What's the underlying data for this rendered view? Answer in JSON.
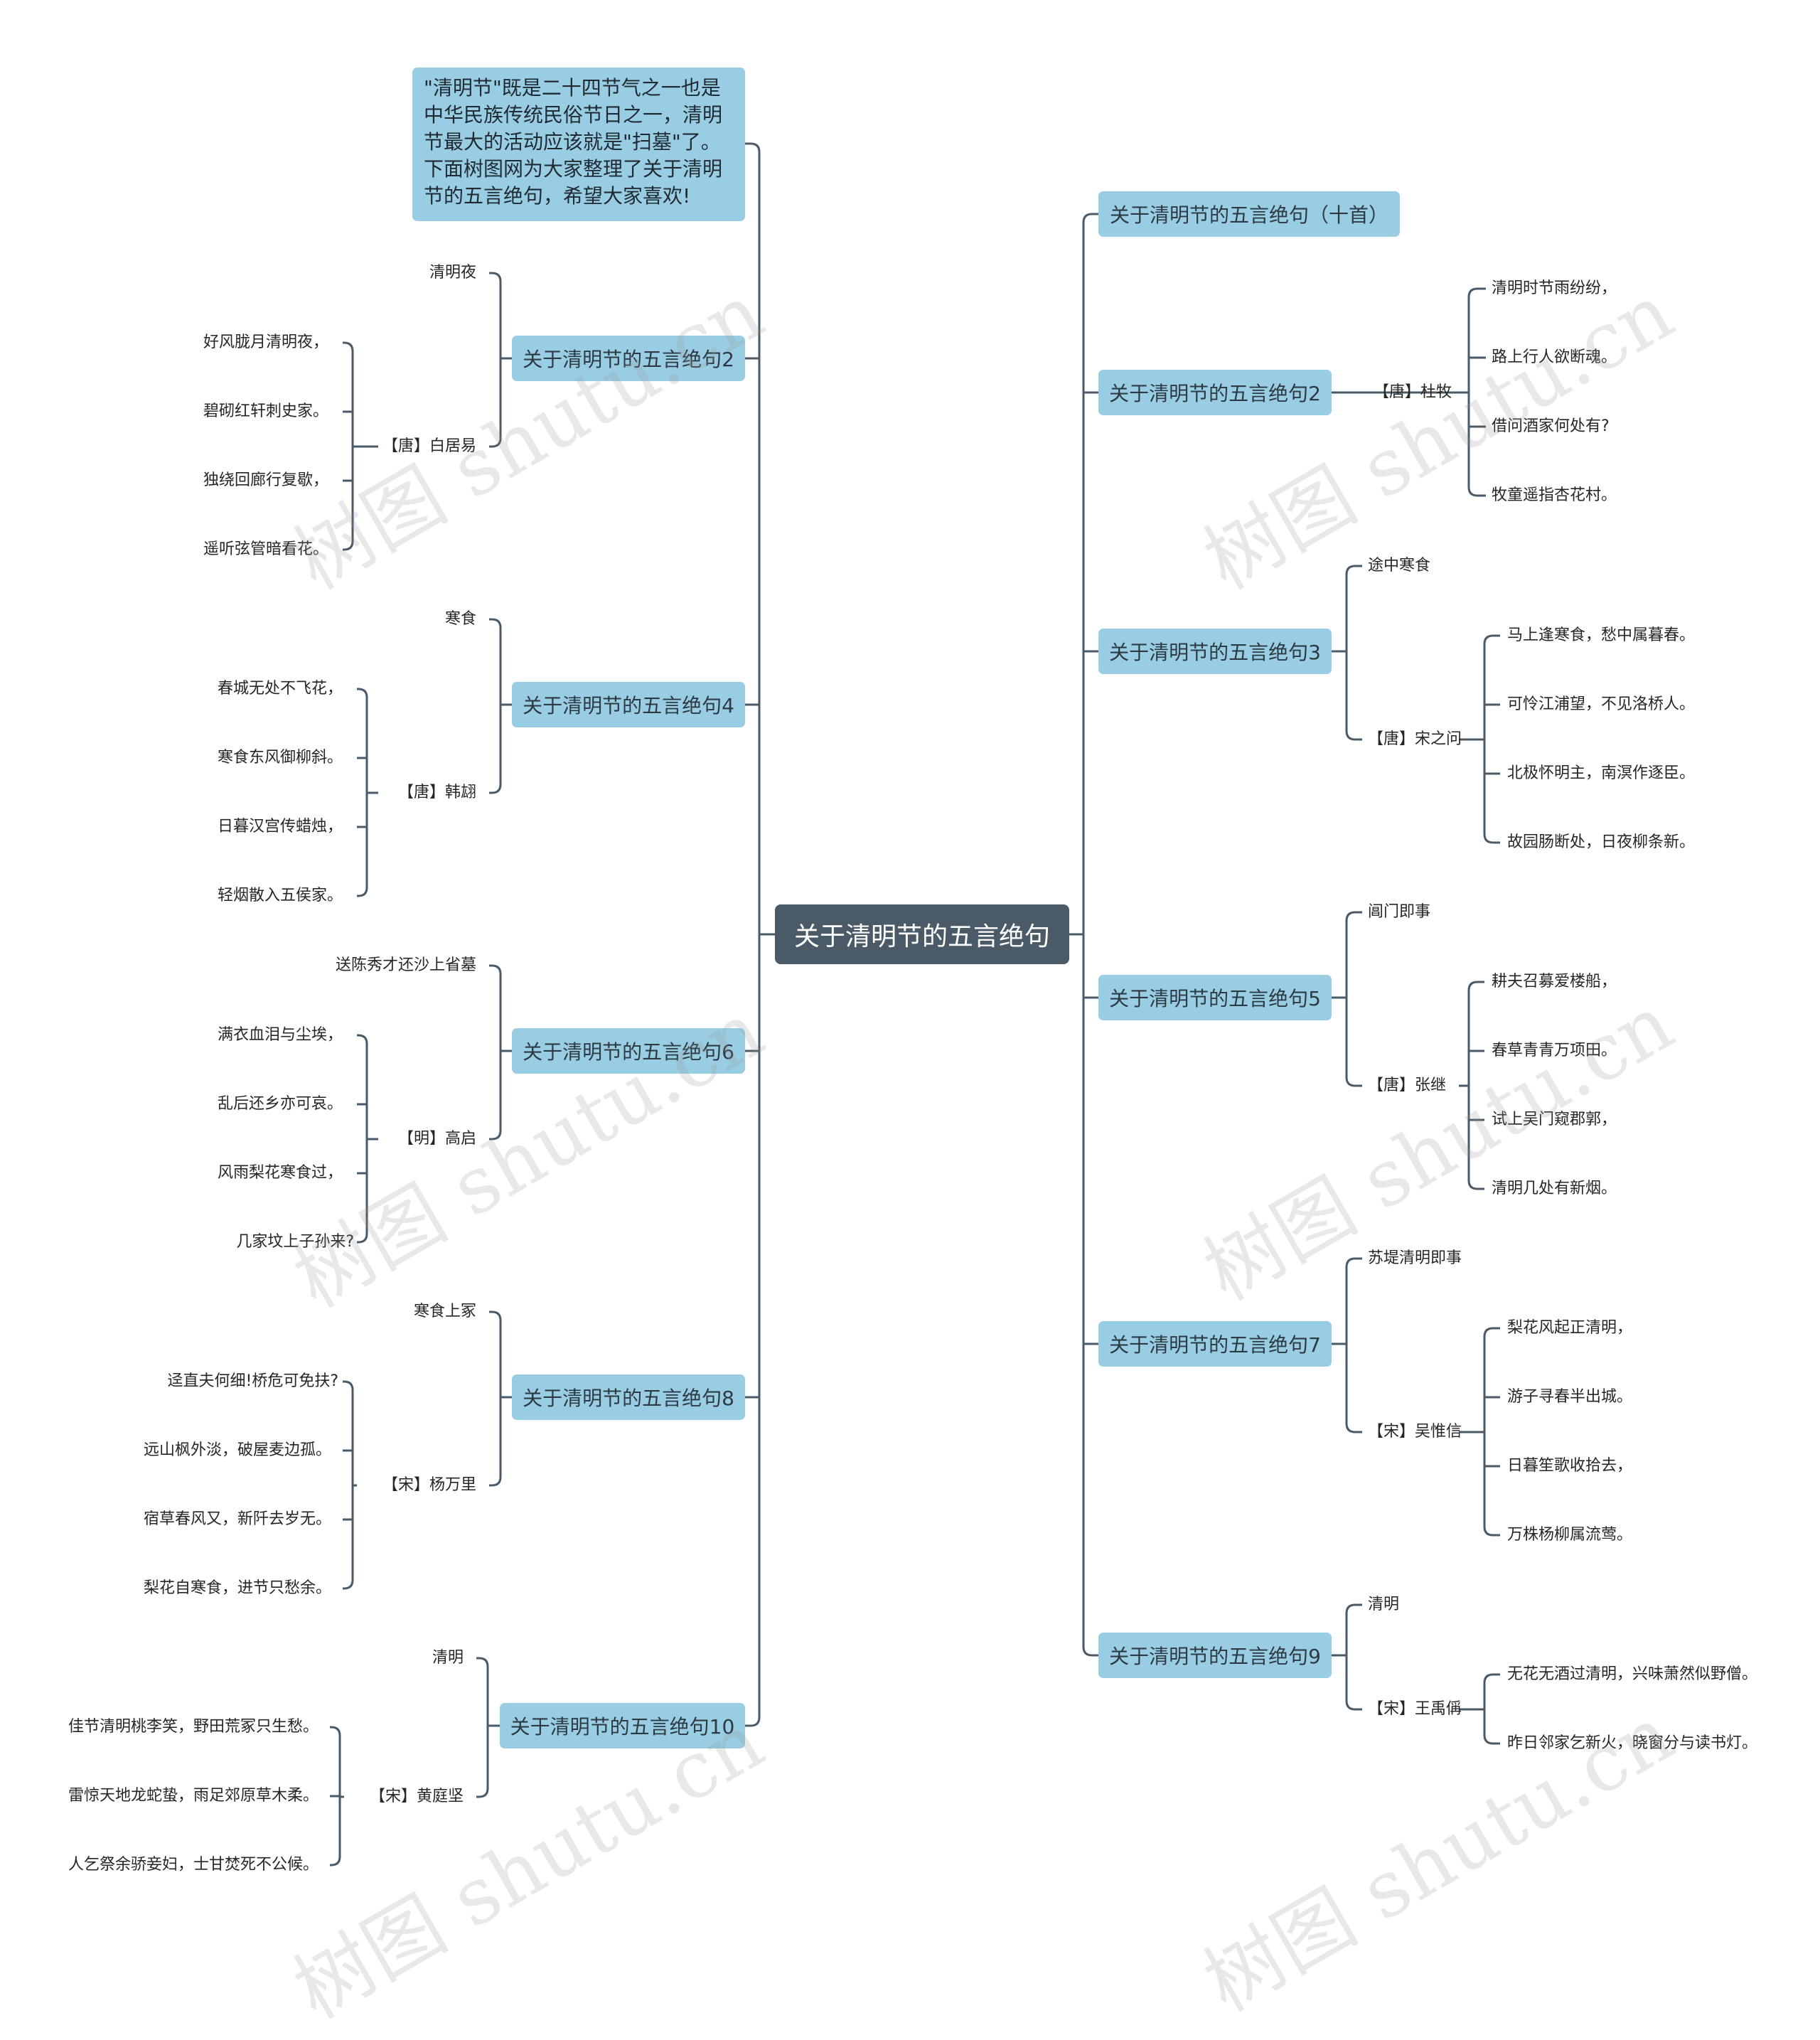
{
  "root": "关于清明节的五言绝句",
  "intro": [
    "\"清明节\"既是二十四节气之一也是",
    "中华民族传统民俗节日之一，清明",
    "节最大的活动应该就是\"扫墓\"了。",
    "下面树图网为大家整理了关于清明",
    "节的五言绝句，希望大家喜欢!"
  ],
  "watermark": "树图 shutu.cn",
  "colors": {
    "root": "#4a5a67",
    "branch": "#99cde3",
    "line": "#4a5a67"
  },
  "left_branches": [
    {
      "label": "关于清明节的五言绝句2",
      "title": "清明夜",
      "author": "【唐】白居易",
      "lines": [
        "好风胧月清明夜，",
        "碧砌红轩刺史家。",
        "独绕回廊行复歇，",
        "遥听弦管暗看花。"
      ]
    },
    {
      "label": "关于清明节的五言绝句4",
      "title": "寒食",
      "author": "【唐】韩翃",
      "lines": [
        "春城无处不飞花，",
        "寒食东风御柳斜。",
        "日暮汉宫传蜡烛，",
        "轻烟散入五侯家。"
      ]
    },
    {
      "label": "关于清明节的五言绝句6",
      "title": "送陈秀才还沙上省墓",
      "author": "【明】高启",
      "lines": [
        "满衣血泪与尘埃，",
        "乱后还乡亦可哀。",
        "风雨梨花寒食过，",
        "几家坟上子孙来?"
      ]
    },
    {
      "label": "关于清明节的五言绝句8",
      "title": "寒食上冢",
      "author": "【宋】杨万里",
      "lines": [
        "迳直夫何细!桥危可免扶?",
        "远山枫外淡，破屋麦边孤。",
        "宿草春风又，新阡去岁无。",
        "梨花自寒食，进节只愁余。"
      ]
    },
    {
      "label": "关于清明节的五言绝句10",
      "title": "清明",
      "author": "【宋】黄庭坚",
      "lines": [
        "佳节清明桃李笑，野田荒冢只生愁。",
        "雷惊天地龙蛇蛰，雨足郊原草木柔。",
        "人乞祭余骄妾妇，士甘焚死不公候。"
      ]
    }
  ],
  "right_branches": [
    {
      "label": "关于清明节的五言绝句（十首）"
    },
    {
      "label": "关于清明节的五言绝句2",
      "author": "【唐】杜牧",
      "lines": [
        "清明时节雨纷纷，",
        "路上行人欲断魂。",
        "借问酒家何处有?",
        "牧童遥指杏花村。"
      ]
    },
    {
      "label": "关于清明节的五言绝句3",
      "title": "途中寒食",
      "author": "【唐】宋之问",
      "lines": [
        "马上逢寒食，愁中属暮春。",
        "可怜江浦望，不见洛桥人。",
        "北极怀明主，南溟作逐臣。",
        "故园肠断处，日夜柳条新。"
      ]
    },
    {
      "label": "关于清明节的五言绝句5",
      "title": "阊门即事",
      "author": "【唐】张继",
      "lines": [
        "耕夫召募爱楼船，",
        "春草青青万项田。",
        "试上吴门窥郡郭，",
        "清明几处有新烟。"
      ]
    },
    {
      "label": "关于清明节的五言绝句7",
      "title": "苏堤清明即事",
      "author": "【宋】吴惟信",
      "lines": [
        "梨花风起正清明，",
        "游子寻春半出城。",
        "日暮笙歌收拾去，",
        "万株杨柳属流莺。"
      ]
    },
    {
      "label": "关于清明节的五言绝句9",
      "title": "清明",
      "author": "【宋】王禹偁",
      "lines": [
        "无花无酒过清明，兴味萧然似野僧。",
        "昨日邻家乞新火，晓窗分与读书灯。"
      ]
    }
  ]
}
